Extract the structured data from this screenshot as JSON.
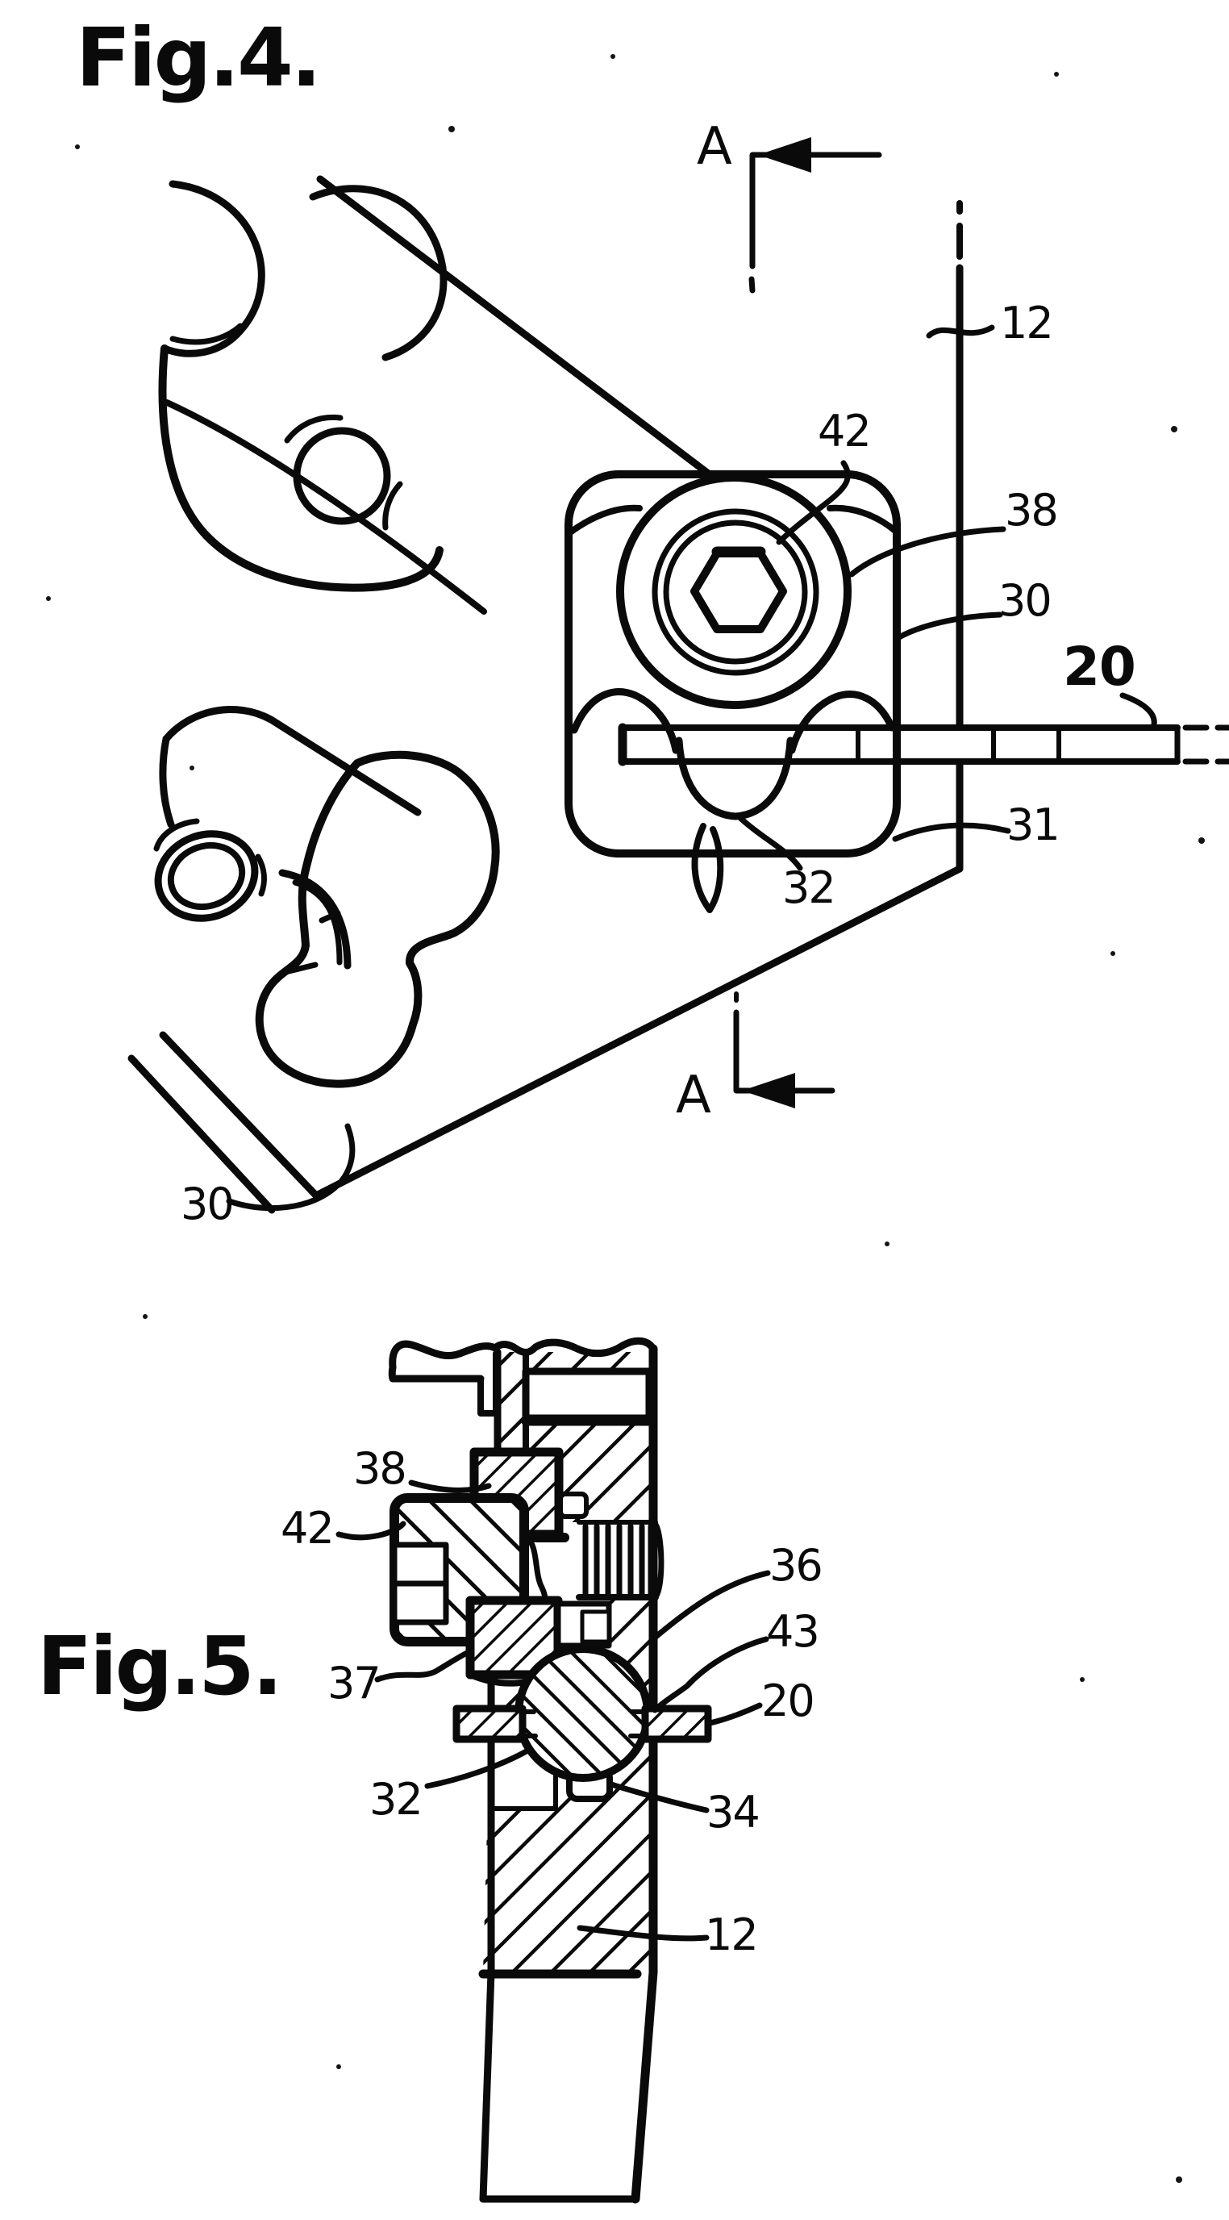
{
  "page": {
    "background": "#ffffff",
    "ink": "#0a0a0a",
    "kind": "patent line drawing"
  },
  "figure4": {
    "title": "Fig.4.",
    "section_label": "A",
    "refs": {
      "r12": "12",
      "r42": "42",
      "r38": "38",
      "r30_upper": "30",
      "r20": "20",
      "r31": "31",
      "r32": "32",
      "r30_lower": "30"
    }
  },
  "figure5": {
    "title": "Fig.5.",
    "refs": {
      "r38": "38",
      "r42": "42",
      "r36": "36",
      "r43": "43",
      "r20": "20",
      "r37": "37",
      "r32": "32",
      "r34": "34",
      "r12": "12"
    }
  }
}
